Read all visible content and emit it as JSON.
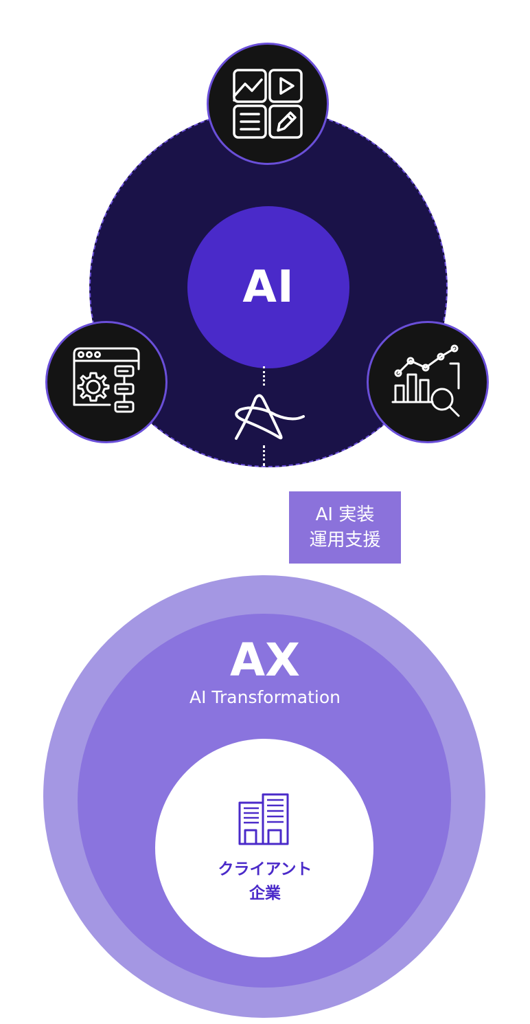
{
  "ai_hub": {
    "core_label": "AI",
    "nodes": [
      {
        "icon": "media-content-grid-icon"
      },
      {
        "icon": "workflow-settings-icon"
      },
      {
        "icon": "analytics-search-icon"
      }
    ],
    "brand_icon": "brand-logo-icon"
  },
  "support_label": {
    "line1": "AI 実装",
    "line2": "運用支援"
  },
  "ax": {
    "title": "AX",
    "subtitle": "AI Transformation",
    "client": {
      "icon": "building-icon",
      "line1": "クライアント",
      "line2": "企業"
    }
  },
  "colors": {
    "ring_dark": "#1a1248",
    "core_purple": "#4a2ac9",
    "node_black": "#141414",
    "accent_border": "#6a4fd9",
    "label_bg": "#8b72db",
    "ax_outer": "#a497e3",
    "ax_middle": "#8a74de",
    "client_text": "#4a2ac9"
  }
}
